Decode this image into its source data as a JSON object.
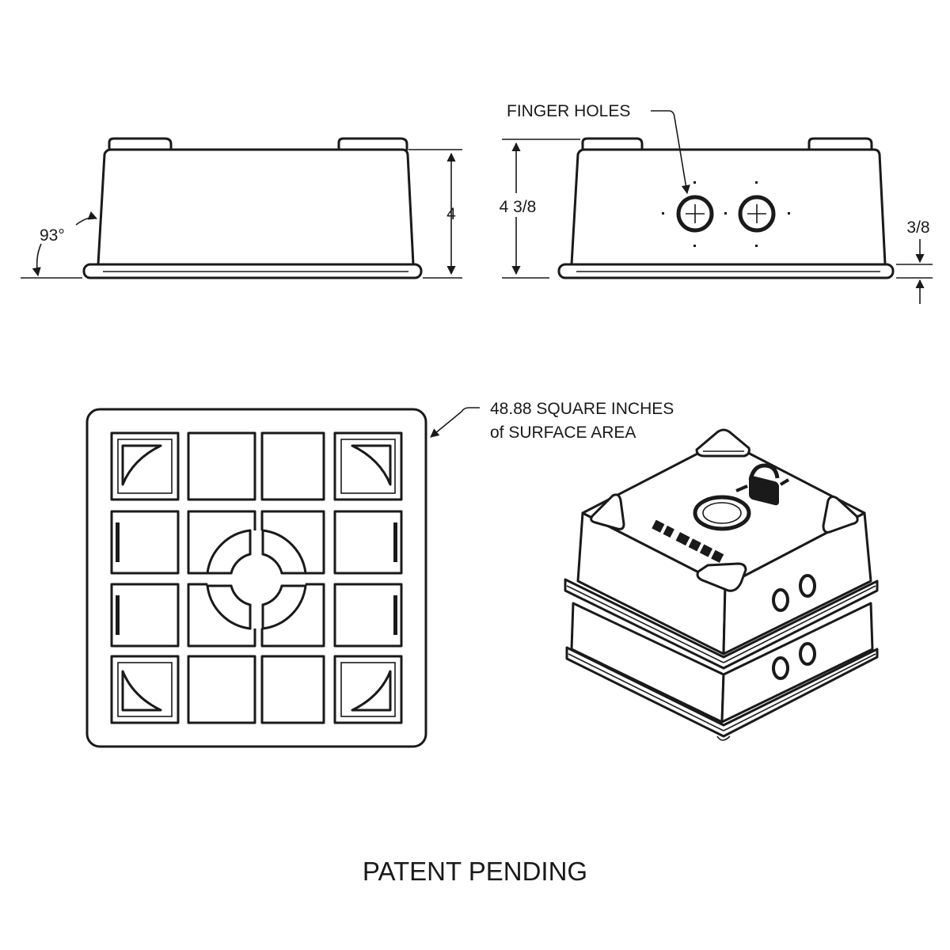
{
  "side_view": {
    "angle_label": "93°",
    "height_label": "4"
  },
  "front_view": {
    "callout_label": "FINGER HOLES",
    "height_label": "4 3/8",
    "base_label": "3/8"
  },
  "top_view": {
    "area_label_line1": "48.88 SQUARE INCHES",
    "area_label_line2": "of SURFACE AREA"
  },
  "footer": {
    "patent_text": "PATENT PENDING"
  }
}
